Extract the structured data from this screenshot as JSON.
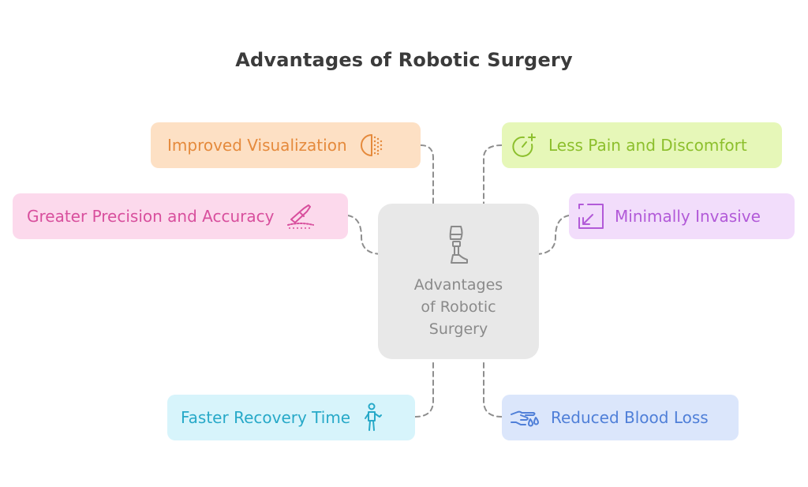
{
  "title": "Advantages of Robotic Surgery",
  "center": {
    "lines": [
      "Advantages",
      "of Robotic",
      "Surgery"
    ],
    "icon": "prosthetic-leg-icon",
    "bg": "#e8e8e8",
    "text_color": "#8a8a8a"
  },
  "nodes": {
    "improved_visualization": {
      "label": "Improved Visualization",
      "icon": "half-moon-dots-icon",
      "bg": "#fde0c4",
      "color": "#e58a3c"
    },
    "less_pain": {
      "label": "Less Pain and Discomfort",
      "icon": "timer-plus-icon",
      "bg": "#e6f7b8",
      "color": "#8cbf2c"
    },
    "greater_precision": {
      "label": "Greater Precision and Accuracy",
      "icon": "scalpel-icon",
      "bg": "#fcd9ec",
      "color": "#d84f9d"
    },
    "minimally_invasive": {
      "label": "Minimally Invasive",
      "icon": "arrow-in-box-icon",
      "bg": "#f2ddfb",
      "color": "#b25ad8"
    },
    "faster_recovery": {
      "label": "Faster Recovery Time",
      "icon": "walking-person-icon",
      "bg": "#d7f4fb",
      "color": "#27a9c8"
    },
    "reduced_blood_loss": {
      "label": "Reduced Blood Loss",
      "icon": "hand-drops-icon",
      "bg": "#dbe6fb",
      "color": "#4f7fd8"
    }
  }
}
